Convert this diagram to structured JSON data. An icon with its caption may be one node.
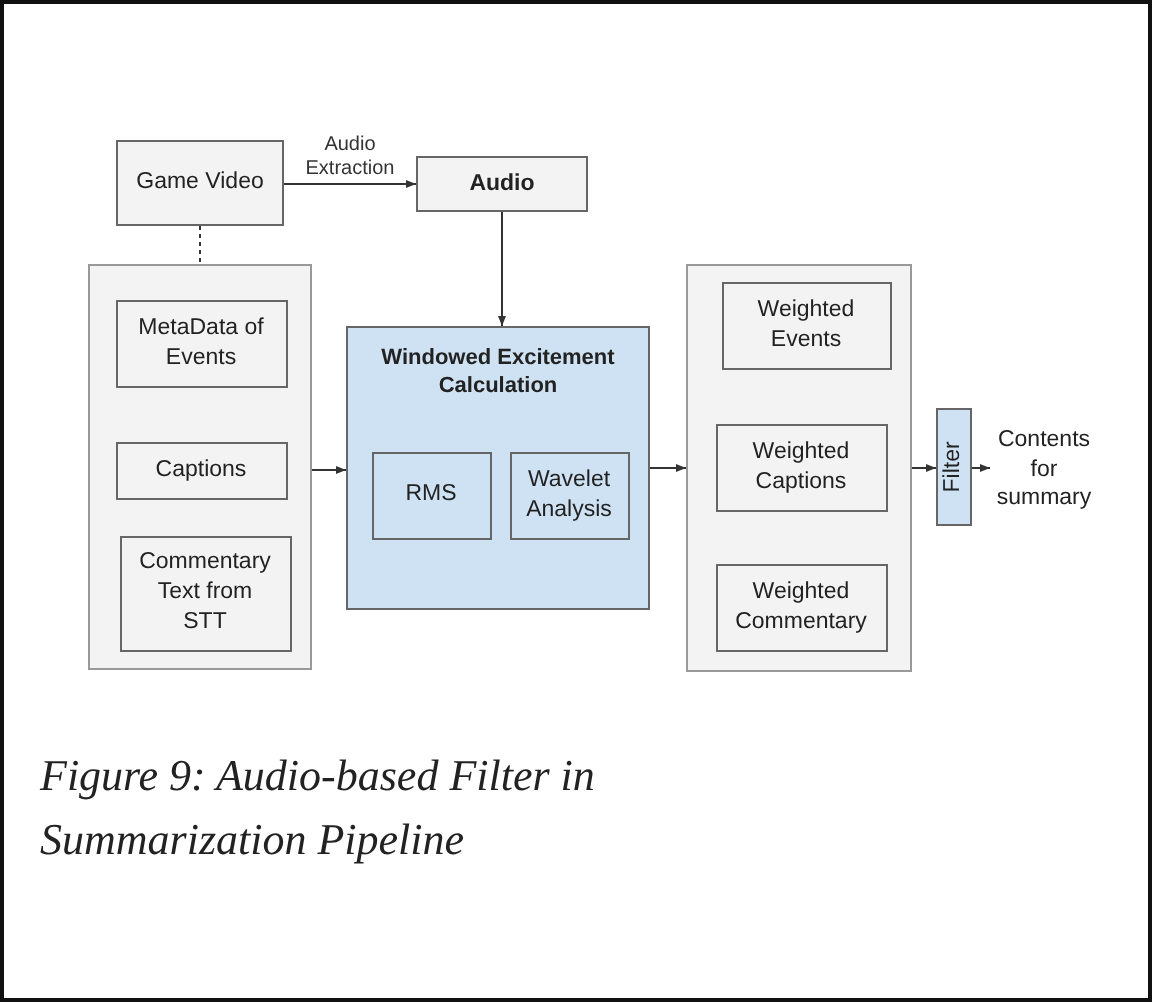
{
  "diagram": {
    "caption": "Figure 9: Audio-based Filter in Summarization Pipeline",
    "nodes": [
      {
        "text": [
          "Game Video"
        ]
      },
      {
        "text": [
          "Audio"
        ]
      },
      {
        "text": [],
        "shape": "box"
      },
      {
        "text": [
          "MetaData of Events"
        ],
        "in": 2
      },
      {
        "text": [
          "Captions"
        ],
        "in": 2
      },
      {
        "text": [
          "Commentary Text from STT"
        ],
        "in": 2
      },
      {
        "text": [
          "Windowed Excitement Calculation"
        ]
      },
      {
        "text": [
          "RMS"
        ],
        "in": 6
      },
      {
        "text": [
          "Wavelet Analysis"
        ],
        "in": 6
      },
      {
        "text": [],
        "shape": "box"
      },
      {
        "text": [
          "Weighted Events"
        ],
        "in": 9
      },
      {
        "text": [
          "Weighted Captions"
        ],
        "in": 9
      },
      {
        "text": [
          "Weighted Commentary"
        ],
        "in": 9
      },
      {
        "text": [
          "Filter"
        ]
      },
      {
        "text": [
          "Contents for summary"
        ]
      }
    ],
    "edges": [
      {
        "from": 0,
        "to": 1,
        "arrow": "to",
        "label": "Audio Extraction"
      },
      {
        "from": 0,
        "to": 2,
        "arrow": "none",
        "style": "dashed"
      },
      {
        "from": 1,
        "to": 6,
        "arrow": "to"
      },
      {
        "from": 2,
        "to": 6,
        "arrow": "to"
      },
      {
        "from": 6,
        "to": 9,
        "arrow": "to"
      },
      {
        "from": 9,
        "to": 13,
        "arrow": "to"
      },
      {
        "from": 13,
        "to": 14,
        "arrow": "to"
      }
    ]
  }
}
